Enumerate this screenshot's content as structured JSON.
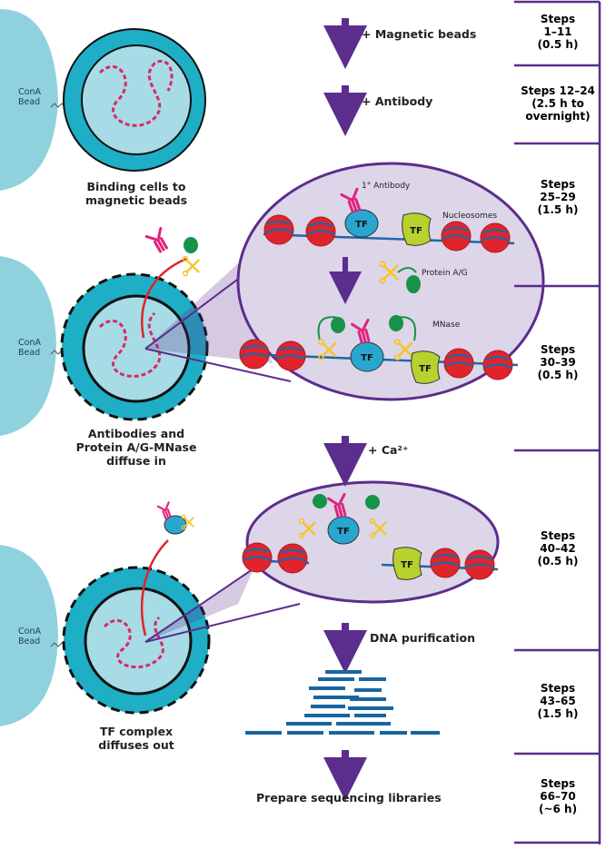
{
  "colors": {
    "purple": "#5b2d8c",
    "bead": "#8fd2de",
    "cell": "#1eaec6",
    "nucleus": "#a7dbe5",
    "zoom_fill": "#ddd5e8",
    "nucleosome": "#e0242b",
    "tf_blue": "#29a6cf",
    "tf_green": "#b7d12f",
    "antibody": "#e0227f",
    "protein_ag": "#17924a",
    "mnase": "#f5c62b",
    "dna": "#1f66a8",
    "fragments": "#1866a0"
  },
  "stages": {
    "bead_label_line1": "ConA",
    "bead_label_line2": "Bead",
    "stage1_caption": [
      "Binding cells to",
      "magnetic beads"
    ],
    "stage2_caption": [
      "Antibodies and",
      "Protein A/G-MNase",
      "diffuse in"
    ],
    "stage3_caption": [
      "TF complex",
      "diffuses out"
    ]
  },
  "flow": {
    "magnetic_beads": "+ Magnetic beads",
    "antibody": "+ Antibody",
    "calcium": "+ Ca²⁺",
    "dna_purification": "DNA purification",
    "prepare_libraries": "Prepare sequencing libraries"
  },
  "zoom_labels": {
    "primary_antibody": "1° Antibody",
    "nucleosomes": "Nucleosomes",
    "protein_ag": "Protein A/G",
    "mnase": "MNase",
    "tf": "TF"
  },
  "steps": [
    {
      "line1": "Steps",
      "line2": "1–11",
      "line3": "(0.5 h)"
    },
    {
      "line1": "Steps 12–24",
      "line2": "(2.5 h to",
      "line3": "overnight)"
    },
    {
      "line1": "Steps",
      "line2": "25–29",
      "line3": "(1.5 h)"
    },
    {
      "line1": "Steps",
      "line2": "30–39",
      "line3": "(0.5 h)"
    },
    {
      "line1": "Steps",
      "line2": "40–42",
      "line3": "(0.5 h)"
    },
    {
      "line1": "Steps",
      "line2": "43–65",
      "line3": "(1.5 h)"
    },
    {
      "line1": "Steps",
      "line2": "66–70",
      "line3": "(~6 h)"
    }
  ]
}
